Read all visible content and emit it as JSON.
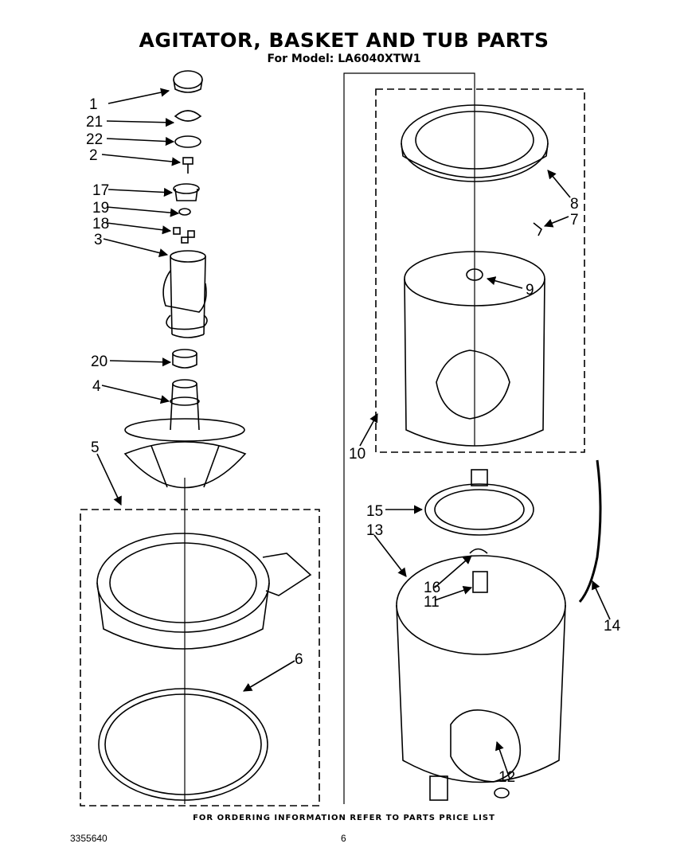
{
  "header": {
    "title": "AGITATOR, BASKET AND TUB PARTS",
    "subtitle": "For Model: LA6040XTW1"
  },
  "footer": {
    "note": "FOR ORDERING INFORMATION REFER TO PARTS PRICE LIST",
    "doc_number": "3355640",
    "page_number": "6"
  },
  "callouts": {
    "c1": "1",
    "c21": "21",
    "c22": "22",
    "c2": "2",
    "c17": "17",
    "c19": "19",
    "c18": "18",
    "c3": "3",
    "c20": "20",
    "c4": "4",
    "c5": "5",
    "c6": "6",
    "c8": "8",
    "c7": "7",
    "c9": "9",
    "c10": "10",
    "c15": "15",
    "c13": "13",
    "c16": "16",
    "c11": "11",
    "c14": "14",
    "c12": "12"
  }
}
